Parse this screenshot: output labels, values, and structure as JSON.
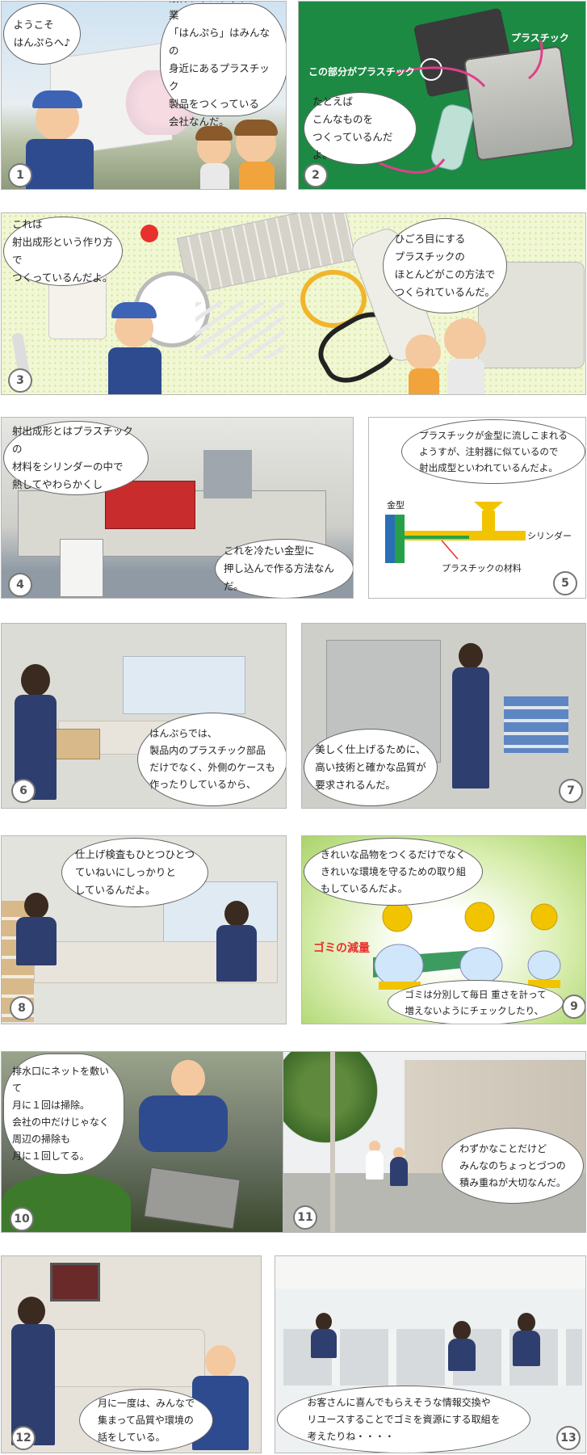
{
  "panels": [
    {
      "num": "1",
      "bubbles": [
        "ようこそ\nはんぷらへ♪",
        "阪神プラスチックス工業\n「はんぷら」はみんなの\n身近にあるプラスチック\n製品をつくっている\n会社なんだ。"
      ]
    },
    {
      "num": "2",
      "bubbles": [
        "たとえば\nこんなものを\nつくっているんだよ。"
      ],
      "labels": [
        "この部分がプラスチック",
        "プラスチック"
      ]
    },
    {
      "num": "3",
      "bubbles": [
        "これは\n射出成形という作り方で\nつくっているんだよ。",
        "ひごろ目にする\nプラスチックの\nほとんどがこの方法で\nつくられているんだ。"
      ]
    },
    {
      "num": "4",
      "bubbles": [
        "射出成形とはプラスチックの\n材料をシリンダーの中で\n熱してやわらかくし",
        "これを冷たい金型に\n押し込んで作る方法なんだ。"
      ]
    },
    {
      "num": "5",
      "bubbles": [
        "プラスチックが金型に流しこまれる\nようすが、注射器に似ているので\n射出成型といわれているんだよ。"
      ],
      "labels": [
        "金型",
        "シリンダー",
        "プラスチックの材料"
      ]
    },
    {
      "num": "6",
      "bubbles": [
        "はんぷらでは、\n製品内のプラスチック部品\nだけでなく、外側のケースも\n作ったりしているから、"
      ]
    },
    {
      "num": "7",
      "bubbles": [
        "美しく仕上げるために、\n高い技術と確かな品質が\n要求されるんだ。"
      ]
    },
    {
      "num": "8",
      "bubbles": [
        "仕上げ検査もひとつひとつ\nていねいにしっかりと\nしているんだよ。"
      ]
    },
    {
      "num": "9",
      "bubbles": [
        "きれいな品物をつくるだけでなく\nきれいな環境を守るための取り組\nもしているんだよ。",
        "ゴミは分別して毎日 重さを計って\n増えないようにチェックしたり、"
      ],
      "labels": [
        "ゴミの減量"
      ]
    },
    {
      "num": "10",
      "bubbles": [
        "排水口にネットを敷いて\n月に１回は掃除。\n会社の中だけじゃなく\n周辺の掃除も\n月に１回してる。"
      ]
    },
    {
      "num": "11",
      "bubbles": [
        "わずかなことだけど\nみんなのちょっとづつの\n積み重ねが大切なんだ。"
      ]
    },
    {
      "num": "12",
      "bubbles": [
        "月に一度は、みんなで\n集まって品質や環境の\n話をしている。"
      ]
    },
    {
      "num": "13",
      "bubbles": [
        "お客さんに喜んでもらえそうな情報交換や\nリユースすることでゴミを資源にする取組を\n考えたりね・・・・"
      ]
    }
  ],
  "colors": {
    "accent_red": "#e8302c",
    "pink_arrow": "#e0408a",
    "mold_blue": "#2a6fb6",
    "cylinder_yellow": "#f2c400",
    "green_bg": "#1c8a43"
  }
}
